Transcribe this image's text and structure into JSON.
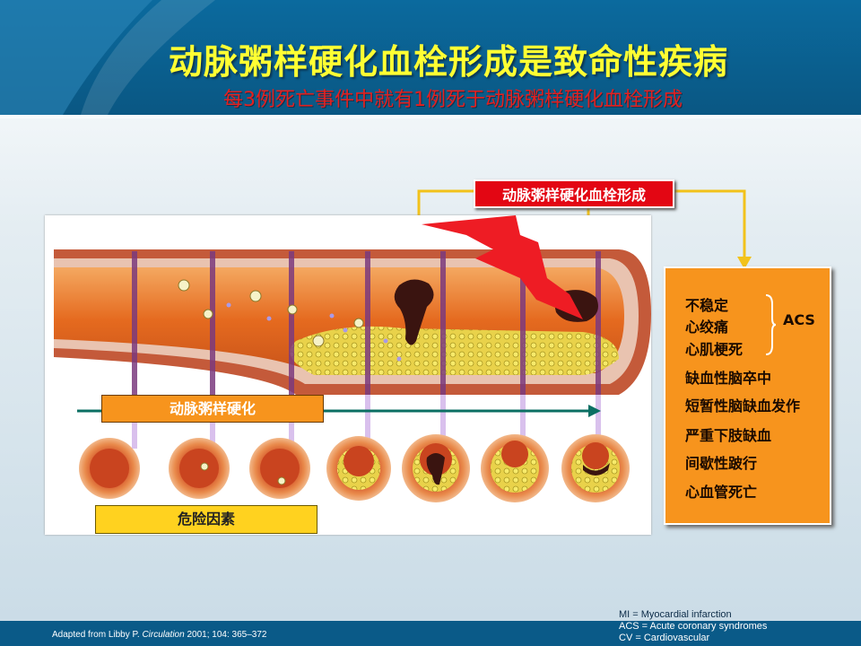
{
  "title": "动脉粥样硬化血栓形成是致命性疾病",
  "subtitle": "每3例死亡事件中就有1例死于动脉粥样硬化血栓形成",
  "thrombosis_label": "动脉粥样硬化血栓形成",
  "atherosclerosis_label": "动脉粥样硬化",
  "risk_factors_label": "危险因素",
  "outcomes": {
    "acs_label": "ACS",
    "items": [
      "不稳定",
      "心绞痛",
      "心肌梗死",
      "缺血性脑卒中",
      "短暂性脑缺血发作",
      "严重下肢缺血",
      "间歇性跛行",
      "心血管死亡"
    ]
  },
  "footer": {
    "citation_prefix": "Adapted from Libby P.",
    "citation_journal": "Circulation",
    "citation_suffix": "2001; 104: 365–372",
    "abbreviations": [
      "MI = Myocardial infarction",
      "ACS = Acute coronary syndromes",
      "CV = Cardiovascular"
    ]
  },
  "colors": {
    "header_blue": "#0e5f8f",
    "title_yellow": "#ffff33",
    "subtitle_red": "#e32020",
    "box_orange": "#f7941d",
    "box_red": "#e30613",
    "label_yellow": "#ffd21f",
    "arrow_teal": "#0b6f63",
    "connector_gold": "#f2c21b"
  }
}
